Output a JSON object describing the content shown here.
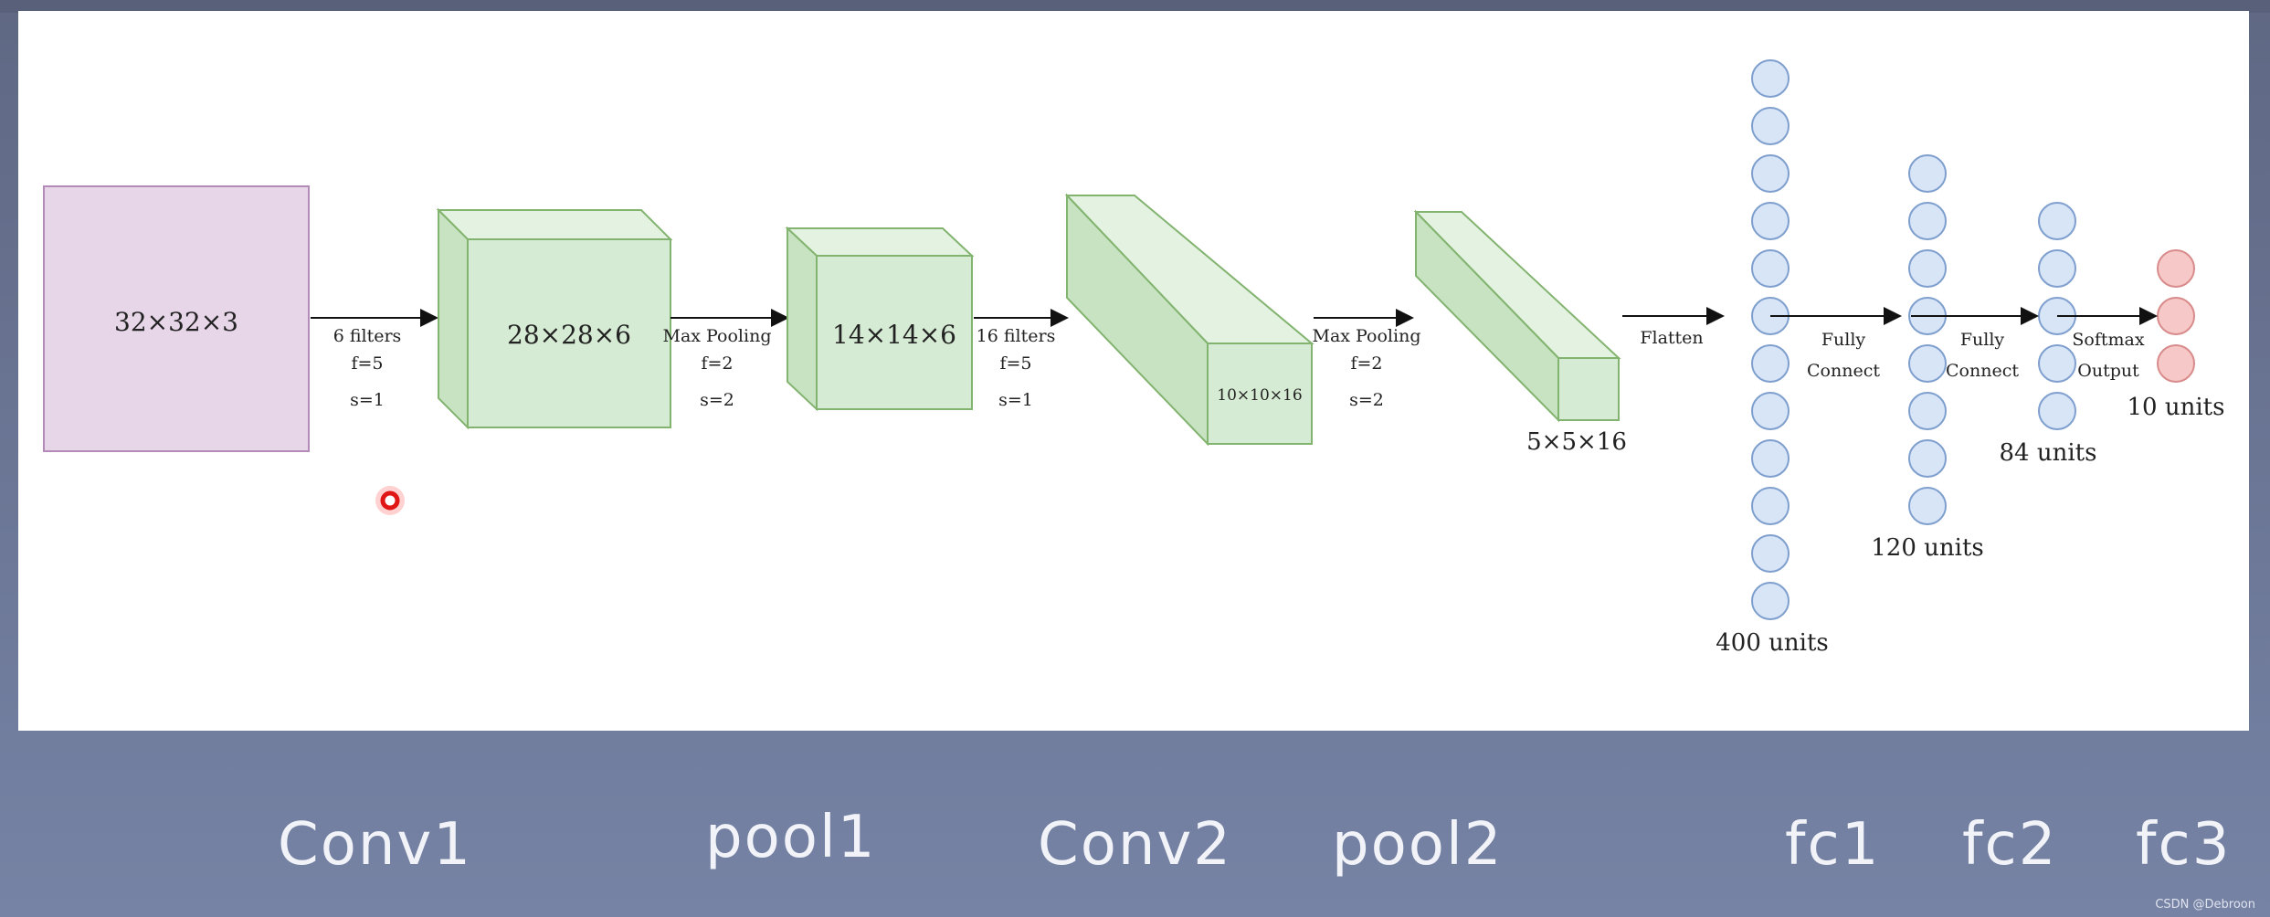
{
  "layers": {
    "input": "32×32×3",
    "conv1_out": "28×28×6",
    "pool1_out": "14×14×6",
    "conv2_out": "10×10×16",
    "pool2_out": "5×5×16"
  },
  "ops": {
    "conv1": [
      "6 filters",
      "f=5",
      "s=1"
    ],
    "pool1": [
      "Max Pooling",
      "f=2",
      "s=2"
    ],
    "conv2": [
      "16 filters",
      "f=5",
      "s=1"
    ],
    "pool2": [
      "Max Pooling",
      "f=2",
      "s=2"
    ],
    "flatten": "Flatten",
    "fc1_conn": [
      "Fully",
      "Connect"
    ],
    "fc2_conn": [
      "Fully",
      "Connect"
    ],
    "softmax": [
      "Softmax",
      "Output"
    ]
  },
  "units": {
    "fc1": "400 units",
    "fc2": "120 units",
    "fc3": "84 units",
    "out": "10 units"
  },
  "neurons": {
    "fc1": 12,
    "fc2": 8,
    "fc3": 5,
    "out": 3
  },
  "stages": [
    "Conv1",
    "pool1",
    "Conv2",
    "pool2",
    "fc1",
    "fc2",
    "fc3"
  ],
  "colors": {
    "input_fill": "#e7d5e8",
    "input_stroke": "#b48ab8",
    "feature_fill": "#d6ebd3",
    "feature_stroke": "#82b36f",
    "neuron_fill": "#d8e5f6",
    "neuron_stroke": "#7f9fce",
    "output_fill": "#f6c8c8",
    "output_stroke": "#d98b8b"
  },
  "watermark": "CSDN @Debroon"
}
